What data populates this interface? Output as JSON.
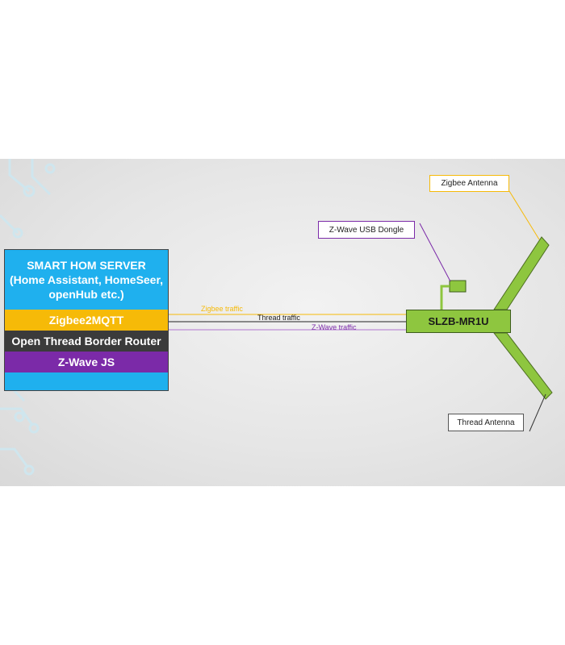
{
  "server": {
    "title_lines": [
      "SMART HOM SERVER",
      "(Home Assistant, HomeSeer,",
      "openHub etc.)"
    ],
    "layers": [
      "Zigbee2MQTT",
      "Open Thread Border Router",
      "Z-Wave JS"
    ]
  },
  "links": {
    "zigbee": "Zigbee traffic",
    "thread": "Thread traffic",
    "zwave": "Z-Wave traffic"
  },
  "device": {
    "name": "SLZB-MR1U"
  },
  "callouts": {
    "zigbee_antenna": "Zigbee Antenna",
    "zwave_dongle": "Z-Wave USB Dongle",
    "thread_antenna": "Thread Antenna"
  },
  "colors": {
    "server_blue": "#1fb0ee",
    "zigbee_orange": "#f6ba08",
    "thread_dark": "#3b3b3b",
    "zwave_purple": "#7b2aa8",
    "device_green": "#8ec63f"
  }
}
